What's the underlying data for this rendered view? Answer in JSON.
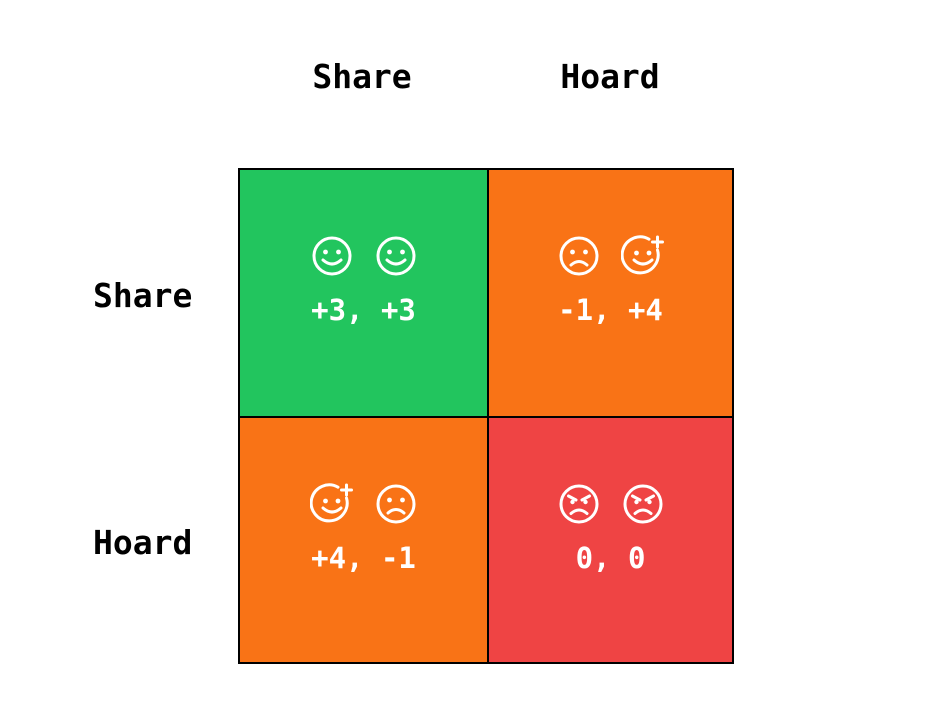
{
  "columns": [
    {
      "label": "Share"
    },
    {
      "label": "Hoard"
    }
  ],
  "rows": [
    {
      "label": "Share"
    },
    {
      "label": "Hoard"
    }
  ],
  "cells": [
    {
      "row": 0,
      "col": 0,
      "color": "#22c55e",
      "faces": [
        "smile-face-icon",
        "smile-face-icon"
      ],
      "payoff": "+3, +3"
    },
    {
      "row": 0,
      "col": 1,
      "color": "#f97316",
      "faces": [
        "frown-face-icon",
        "smirk-plus-face-icon"
      ],
      "payoff": "-1, +4"
    },
    {
      "row": 1,
      "col": 0,
      "color": "#f97316",
      "faces": [
        "smirk-plus-face-icon",
        "frown-face-icon"
      ],
      "payoff": "+4, -1"
    },
    {
      "row": 1,
      "col": 1,
      "color": "#ef4444",
      "faces": [
        "angry-face-icon",
        "angry-face-icon"
      ],
      "payoff": "0, 0"
    }
  ]
}
